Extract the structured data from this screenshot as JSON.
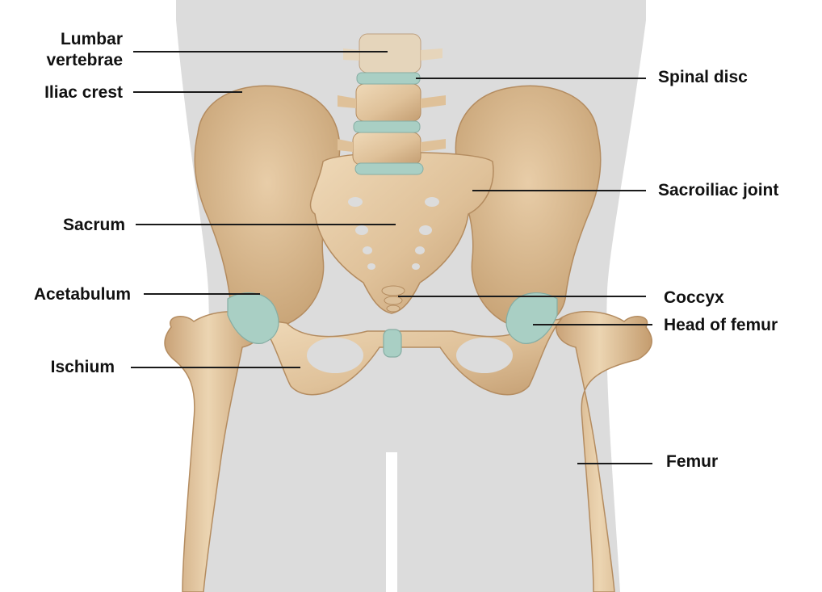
{
  "labels": {
    "lumbar_line1": "Lumbar",
    "lumbar_line2": "vertebrae",
    "iliac_crest": "Iliac crest",
    "sacrum": "Sacrum",
    "acetabulum": "Acetabulum",
    "ischium": "Ischium",
    "spinal_disc": "Spinal disc",
    "sacroiliac_joint": "Sacroiliac joint",
    "coccyx": "Coccyx",
    "head_of_femur": "Head of femur",
    "femur": "Femur"
  },
  "colors": {
    "background": "#ffffff",
    "silhouette": "#dcdcdc",
    "bone": "#e2c6a0",
    "bone_shadow": "#c39d70",
    "cartilage": "#a9cfc4",
    "label_text": "#111111",
    "leader_line": "#1a1a1a"
  }
}
